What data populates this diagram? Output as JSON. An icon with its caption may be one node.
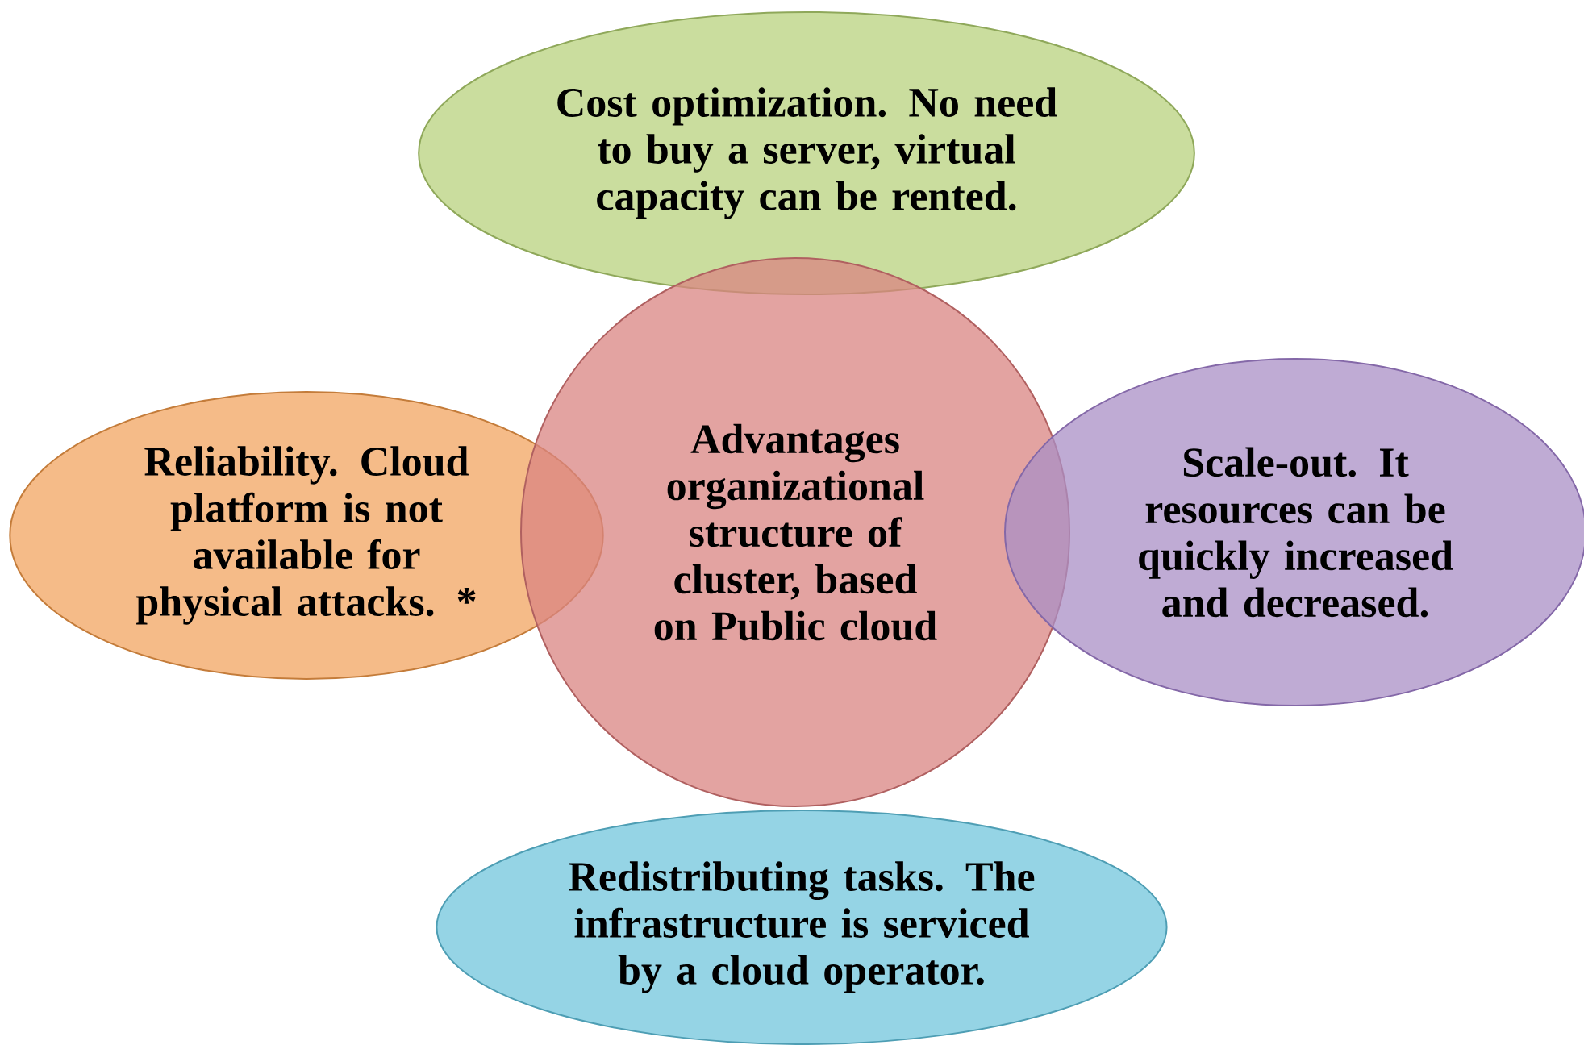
{
  "diagram": {
    "nodes": [
      {
        "text": [
          "Cost optimization. No need to buy a server, virtual capacity can be rented."
        ]
      },
      {
        "text": [
          "Reliability. Cloud platform is not available for physical attacks. *"
        ]
      },
      {
        "text": [
          "Advantages organizational structure of cluster, based on Public cloud"
        ]
      },
      {
        "text": [
          "Scale-out. It resources can be quickly increased and decreased."
        ]
      },
      {
        "text": [
          "Redistributing tasks. The infrastructure is serviced by a cloud operator."
        ]
      }
    ]
  }
}
